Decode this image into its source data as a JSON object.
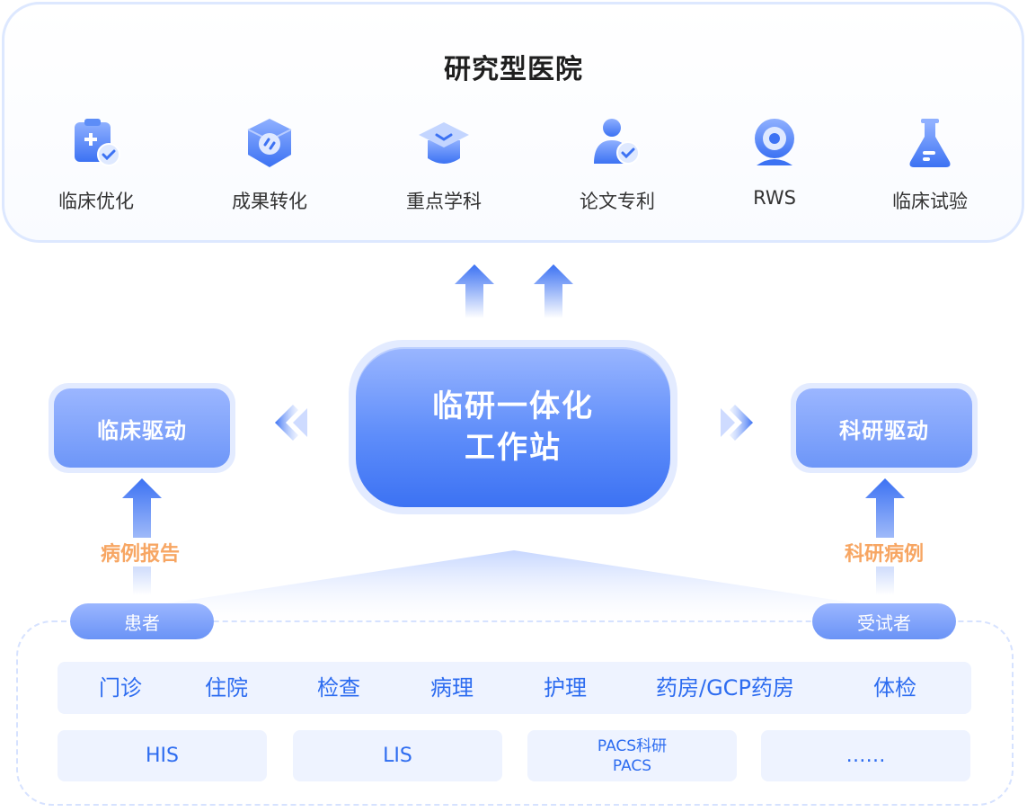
{
  "top": {
    "title": "研究型医院",
    "features": [
      {
        "label": "临床优化",
        "icon": "clipboard-check-icon"
      },
      {
        "label": "成果转化",
        "icon": "cube-exchange-icon"
      },
      {
        "label": "重点学科",
        "icon": "graduation-cap-icon"
      },
      {
        "label": "论文专利",
        "icon": "user-check-icon"
      },
      {
        "label": "RWS",
        "icon": "target-disc-icon"
      },
      {
        "label": "临床试验",
        "icon": "flask-icon"
      }
    ]
  },
  "hub": {
    "line1": "临研一体化",
    "line2": "工作站"
  },
  "left_driver": {
    "label": "临床驱动",
    "flow_label": "病例报告"
  },
  "right_driver": {
    "label": "科研驱动",
    "flow_label": "科研病例"
  },
  "base": {
    "left_pill": "患者",
    "right_pill": "受试者",
    "departments": [
      "门诊",
      "住院",
      "检查",
      "病理",
      "护理",
      "药房/GCP药房",
      "体检"
    ],
    "systems": [
      {
        "line1": "HIS"
      },
      {
        "line1": "LIS"
      },
      {
        "line1": "PACS科研",
        "line2": "PACS"
      },
      {
        "line1": "……"
      }
    ]
  },
  "colors": {
    "primary": "#3c72f3",
    "accent_text": "#2d6cf0",
    "orange": "#f7a663",
    "panel_border": "#dde8ff"
  }
}
